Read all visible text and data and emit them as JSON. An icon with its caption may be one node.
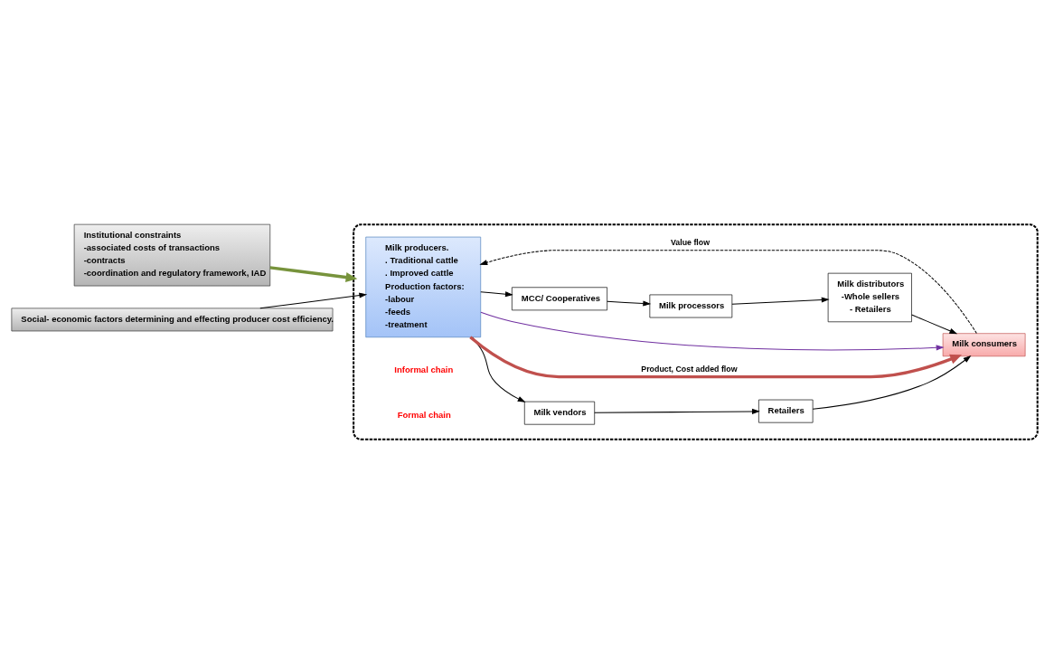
{
  "diagram": {
    "nodes": [
      {
        "text": [],
        "shape": "box"
      },
      {
        "text": [
          "Institutional constraints",
          "-associated costs of transactions",
          "-contracts",
          "-coordination and regulatory framework, IAD"
        ]
      },
      {
        "text": [
          "Social- economic factors determining and effecting producer cost efficiency."
        ]
      },
      {
        "text": [
          "Milk producers.",
          ". Traditional cattle",
          ". Improved cattle",
          "Production factors:",
          "-labour",
          "-feeds",
          "-treatment"
        ],
        "in": 0
      },
      {
        "text": [
          "Milk vendors"
        ],
        "in": 0
      },
      {
        "text": [
          "Retailers"
        ],
        "in": 0
      },
      {
        "text": [
          "Milk consumers"
        ],
        "in": 0
      },
      {
        "text": [
          "MCC/ Cooperatives"
        ],
        "in": 0
      },
      {
        "text": [
          "Milk processors"
        ],
        "in": 0
      },
      {
        "text": [
          "Milk distributors",
          "-Whole sellers",
          "- Retailers"
        ],
        "in": 0
      }
    ],
    "edges": [
      {
        "from": 1,
        "to": 0,
        "arrow": "to",
        "style": "thick",
        "color": "#77933c"
      },
      {
        "from": 2,
        "to": 3,
        "arrow": "to"
      },
      {
        "from": 3,
        "to": 4,
        "arrow": "to"
      },
      {
        "from": 4,
        "to": 5,
        "arrow": "to"
      },
      {
        "from": 5,
        "to": 6,
        "arrow": "to"
      },
      {
        "from": 3,
        "to": 6,
        "arrow": "to",
        "label": "Product, Cost added flow",
        "style": "thick",
        "color": "#c0504d"
      },
      {
        "from": 6,
        "to": 3,
        "arrow": "to",
        "label": "Value flow",
        "style": "dashed"
      },
      {
        "from": 3,
        "to": 6,
        "arrow": "to",
        "color": "#7030a0"
      },
      {
        "from": 3,
        "to": 7,
        "arrow": "to"
      },
      {
        "from": 7,
        "to": 8,
        "arrow": "to"
      },
      {
        "from": 8,
        "to": 9,
        "arrow": "to"
      },
      {
        "from": 9,
        "to": 6,
        "arrow": "to"
      }
    ],
    "labels": [
      "Informal chain",
      "Formal chain"
    ]
  }
}
